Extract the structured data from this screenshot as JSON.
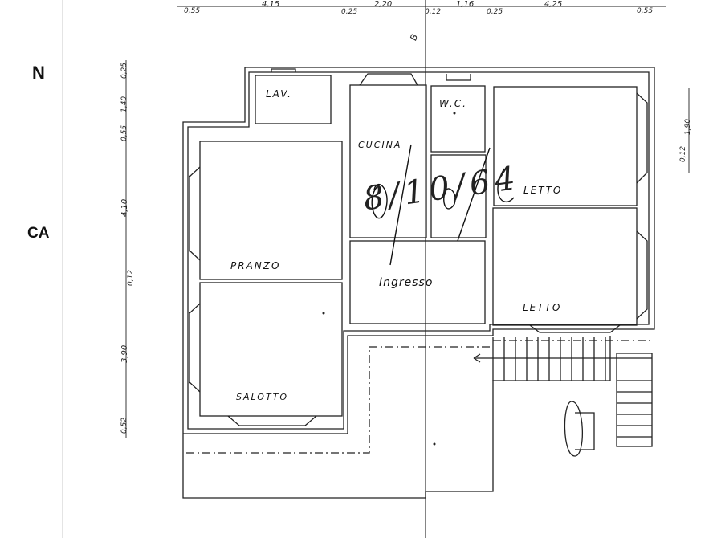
{
  "rooms": {
    "lav": "LAV.",
    "wc": "W.C.",
    "cucina": "CUCINA",
    "letto_1": "LETTO",
    "pranzo": "PRANZO",
    "ingresso": "Ingresso",
    "letto_2": "LETTO",
    "salotto": "SALOTTO"
  },
  "side_labels": {
    "north": "N",
    "ca": "CA"
  },
  "handwriting": "8/10/64",
  "section_marker": "B",
  "dims_top": [
    "0,55",
    "4,15",
    "0,25",
    "2,20",
    "0,12",
    "1,16",
    "0,25",
    "4,25",
    "0,55"
  ],
  "dims_left": [
    "0,25",
    "1,40",
    "0,55",
    "4,10",
    "0,12",
    "3,90",
    "0,52"
  ],
  "dims_right": [
    "1,90",
    "0,12"
  ]
}
